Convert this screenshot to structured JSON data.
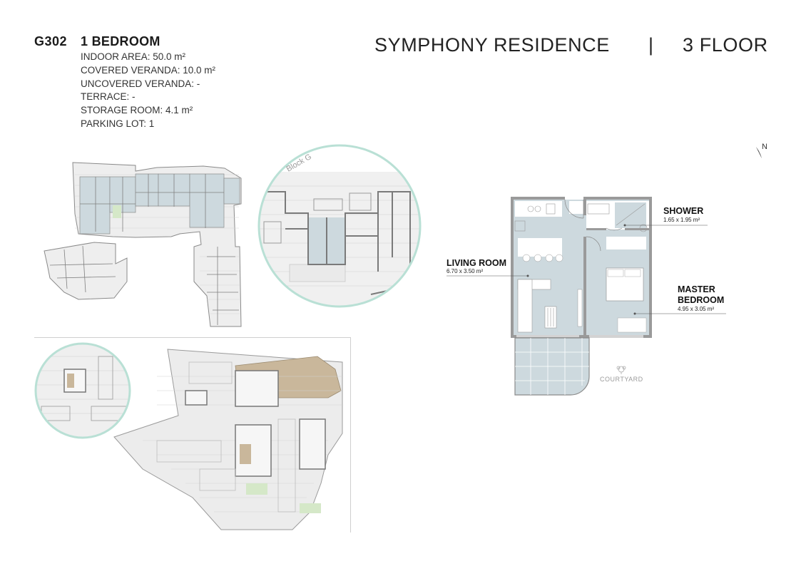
{
  "unit": {
    "code": "G302",
    "type": "1 BEDROOM",
    "specs": [
      "INDOOR AREA: 50.0 m²",
      "COVERED VERANDA: 10.0 m²",
      "UNCOVERED VERANDA: -",
      "TERRACE: -",
      "STORAGE ROOM: 4.1 m²",
      "PARKING LOT: 1"
    ]
  },
  "header": {
    "project": "SYMPHONY RESIDENCE",
    "separator": "|",
    "floor": "3 FLOOR"
  },
  "compass": {
    "label": "N"
  },
  "block_label": "Block G",
  "rooms": {
    "shower": {
      "name": "SHOWER",
      "dims": "1.65 x 1.95 m²"
    },
    "living": {
      "name": "LIVING ROOM",
      "dims": "6.70 x 3.50 m²"
    },
    "bedroom": {
      "name_line1": "MASTER",
      "name_line2": "BEDROOM",
      "dims": "4.95 x 3.05 m²"
    }
  },
  "courtyard": {
    "label": "COURTYARD"
  },
  "colors": {
    "highlight_room": "#cdd9de",
    "circle_outline": "#b9e0d5",
    "green_area": "#d5e8c8",
    "sand_area": "#c9b79b",
    "wall": "#8a8a8a",
    "plan_fill": "#f0f0f0",
    "grid": "#cfcfcf"
  }
}
